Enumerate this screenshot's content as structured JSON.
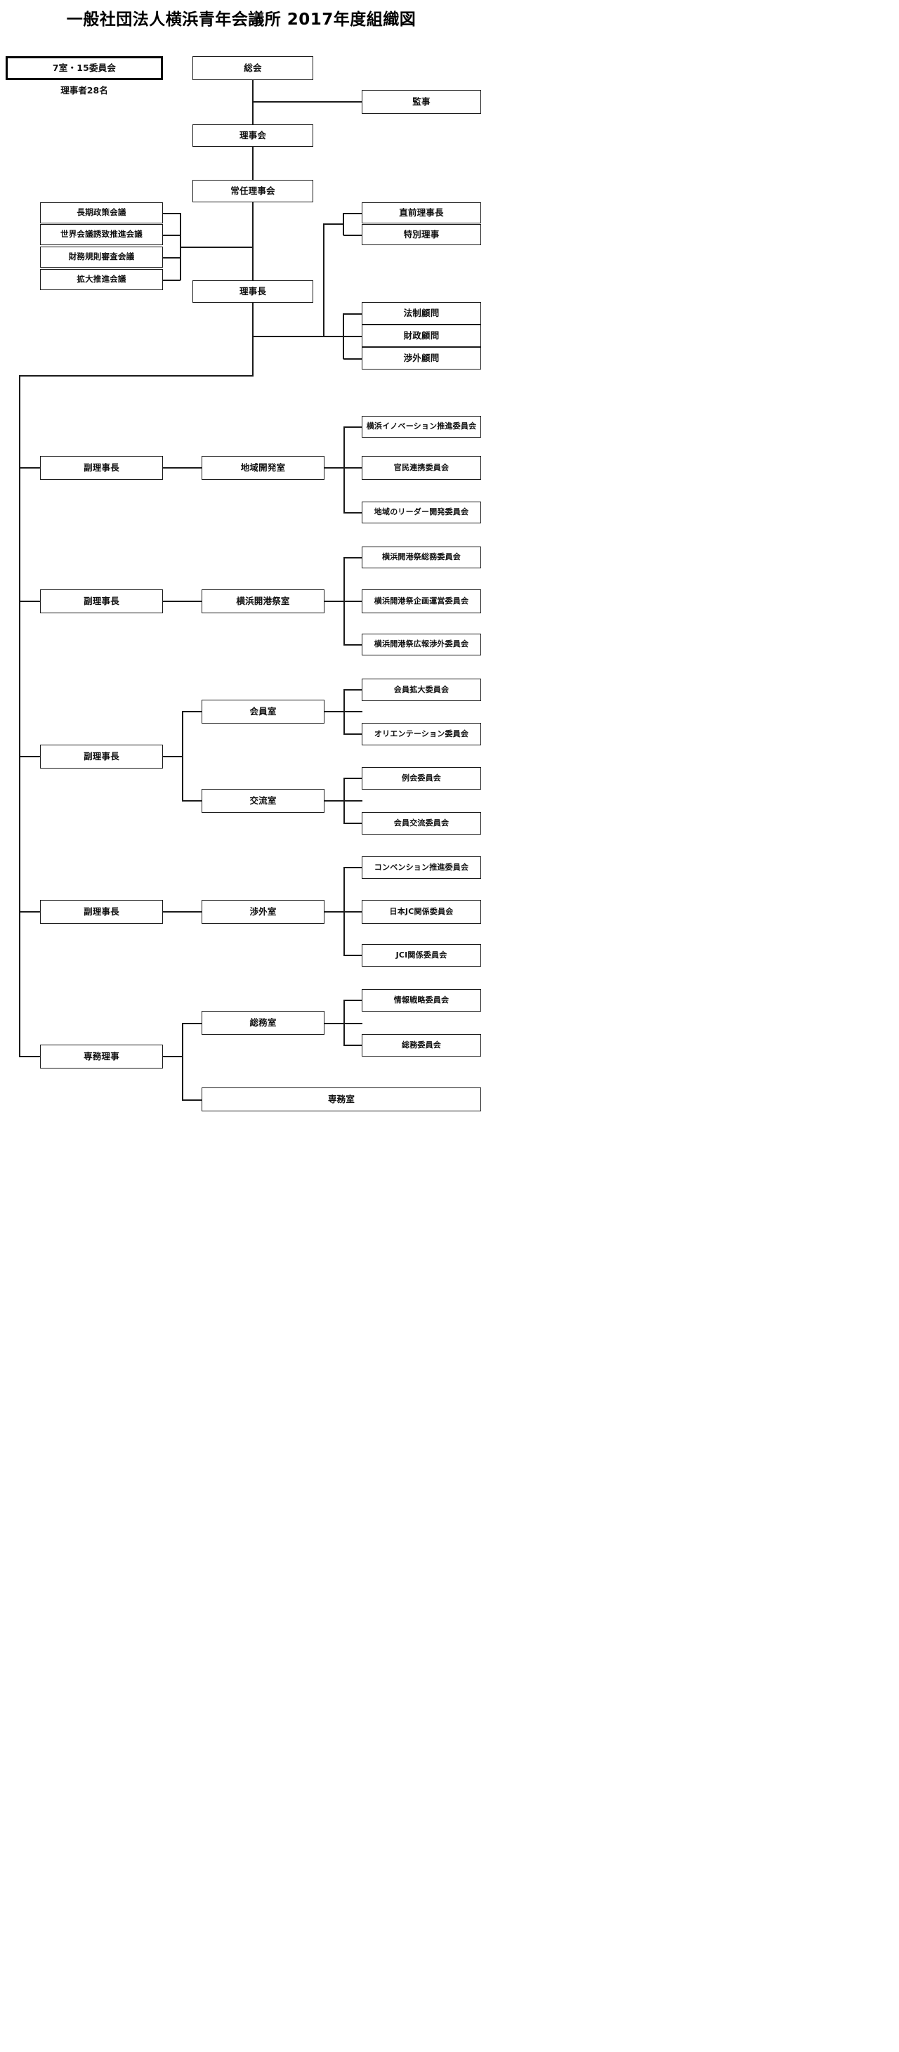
{
  "title": "一般社団法人横浜青年会議所  2017年度組織図",
  "legend": {
    "box_label": "7室・15委員会",
    "sub_label": "理事者28名"
  },
  "governance": {
    "general_meeting": "総会",
    "auditor": "監事",
    "board_of_directors": "理事会",
    "standing_board": "常任理事会",
    "president": "理事長"
  },
  "councils": [
    {
      "label": "長期政策会議"
    },
    {
      "label": "世界会議誘致推進会議"
    },
    {
      "label": "財務規則審査会議"
    },
    {
      "label": "拡大推進会議"
    }
  ],
  "directors_right": [
    {
      "label": "直前理事長"
    },
    {
      "label": "特別理事"
    }
  ],
  "advisors": [
    {
      "label": "法制顧問"
    },
    {
      "label": "財政顧問"
    },
    {
      "label": "渉外顧問"
    }
  ],
  "branches": [
    {
      "officer": "副理事長",
      "rooms": [
        {
          "room": "地域開発室",
          "committees": [
            "横浜イノベーション推進委員会",
            "官民連携委員会",
            "地域のリーダー開発委員会"
          ]
        }
      ]
    },
    {
      "officer": "副理事長",
      "rooms": [
        {
          "room": "横浜開港祭室",
          "committees": [
            "横浜開港祭総務委員会",
            "横浜開港祭企画運営委員会",
            "横浜開港祭広報渉外委員会"
          ]
        }
      ]
    },
    {
      "officer": "副理事長",
      "rooms": [
        {
          "room": "会員室",
          "committees": [
            "会員拡大委員会",
            "オリエンテーション委員会"
          ]
        },
        {
          "room": "交流室",
          "committees": [
            "例会委員会",
            "会員交流委員会"
          ]
        }
      ]
    },
    {
      "officer": "副理事長",
      "rooms": [
        {
          "room": "渉外室",
          "committees": [
            "コンベンション推進委員会",
            "日本JC関係委員会",
            "JCI関係委員会"
          ]
        }
      ]
    },
    {
      "officer": "専務理事",
      "rooms": [
        {
          "room": "総務室",
          "committees": [
            "情報戦略委員会",
            "総務委員会"
          ]
        },
        {
          "room": "専務室",
          "committees": []
        }
      ]
    }
  ],
  "colors": {
    "line": "#1a1a1a",
    "box_border": "#1a1a1a",
    "background": "#ffffff",
    "text": "#111111"
  }
}
